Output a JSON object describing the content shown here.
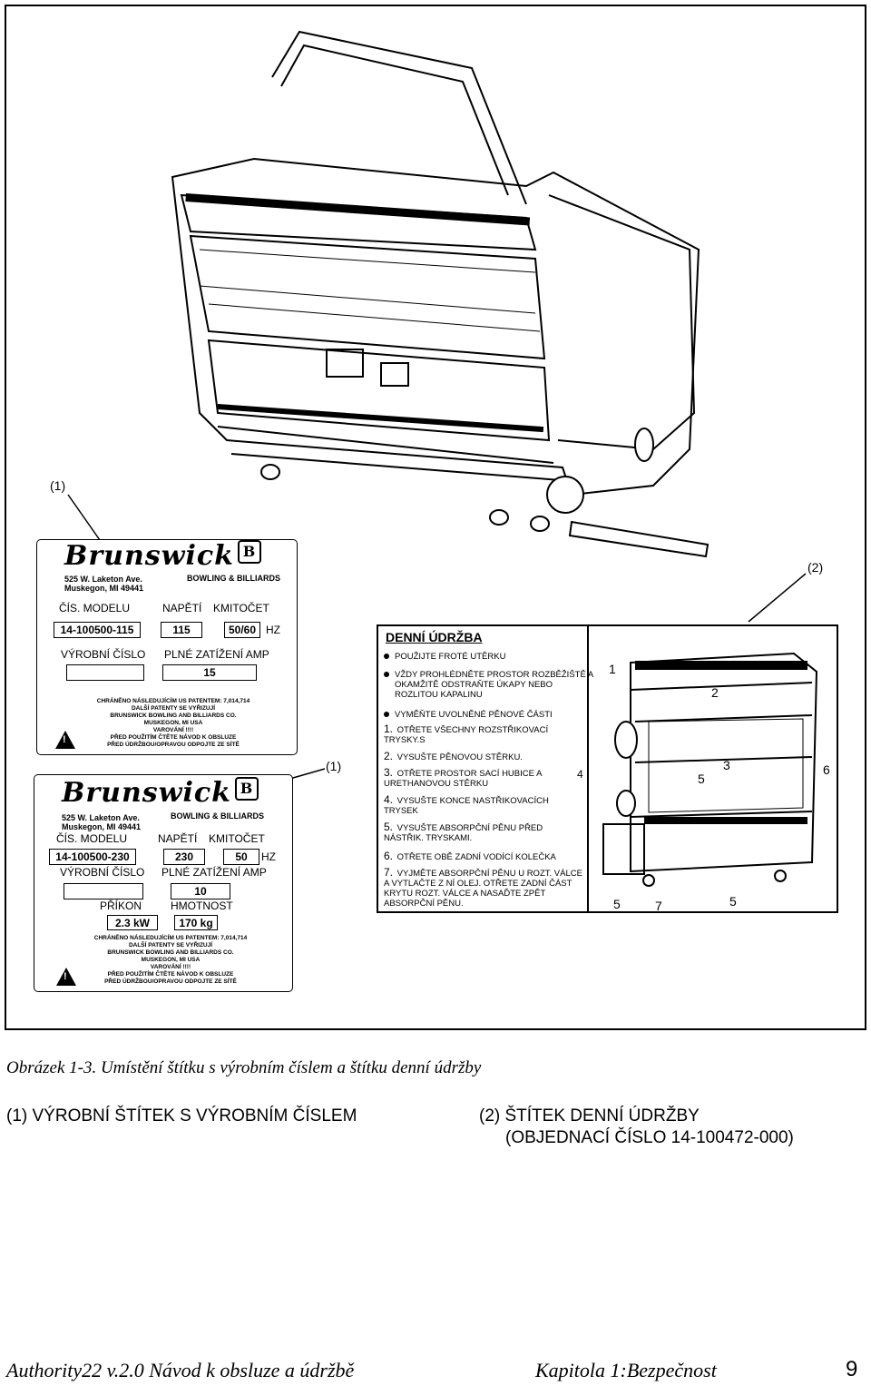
{
  "callouts": {
    "c1_top": "(1)",
    "c1_mid": "(1)",
    "c2": "(2)"
  },
  "plate1": {
    "logo": "Brunswick",
    "address": "525 W. Laketon Ave.\nMuskegon, MI 49441",
    "bowling": "BOWLING & BILLIARDS",
    "model_label": "ČÍS. MODELU",
    "voltage_label": "NAPĚTÍ",
    "freq_label": "KMITOČET",
    "model_value": "14-100500-115",
    "voltage_value": "115",
    "freq_value": "50/60",
    "hz": "HZ",
    "serial_label": "VÝROBNÍ ČÍSLO",
    "load_label": "PLNÉ ZATÍŽENÍ AMP",
    "load_value": "15",
    "fine": [
      "CHRÁNĚNO NÁSLEDUJÍCÍM US PATENTEM: 7,014,714",
      "DALŠÍ PATENTY SE VYŘIZUJÍ",
      "BRUNSWICK BOWLING AND BILLIARDS CO.",
      "MUSKEGON, MI USA",
      "VAROVÁNÍ !!!!",
      "PŘED POUŽITÍM ČTĚTE NÁVOD K OBSLUZE",
      "PŘED ÚDRŽBOU/OPRAVOU ODPOJTE ZE SÍTĚ"
    ]
  },
  "plate2": {
    "logo": "Brunswick",
    "address": "525 W. Laketon Ave.\nMuskegon, MI 49441",
    "bowling": "BOWLING & BILLIARDS",
    "model_label": "ČÍS. MODELU",
    "voltage_label": "NAPĚTÍ",
    "freq_label": "KMITOČET",
    "model_value": "14-100500-230",
    "voltage_value": "230",
    "freq_value": "50",
    "hz": "HZ",
    "serial_label": "VÝROBNÍ ČÍSLO",
    "load_label": "PLNÉ ZATÍŽENÍ AMP",
    "load_value": "10",
    "power_label": "PŘÍKON",
    "weight_label": "HMOTNOST",
    "power_value": "2.3 kW",
    "weight_value": "170 kg",
    "fine": [
      "CHRÁNĚNO NÁSLEDUJÍCÍM US PATENTEM: 7,014,714",
      "DALŠÍ PATENTY SE VYŘIZUJÍ",
      "BRUNSWICK BOWLING AND BILLIARDS CO.",
      "MUSKEGON, MI USA",
      "VAROVÁNÍ !!!!",
      "PŘED POUŽITÍM ČTĚTE NÁVOD K OBSLUZE",
      "PŘED ÚDRŽBOU/OPRAVOU ODPOJTE ZE SÍTĚ"
    ]
  },
  "maintenance": {
    "title": "DENNÍ ÚDRŽBA",
    "bullets": [
      "POUŽIJTE FROTÉ UTĚRKU",
      "VŽDY PROHLÉDNĚTE PROSTOR ROZBĚŽIŠTĚ A OKAMŽITĚ ODSTRAŇTE ÚKAPY NEBO ROZLITOU KAPALINU",
      "VYMĚŇTE UVOLNĚNÉ PĚNOVÉ ČÁSTI"
    ],
    "steps": [
      {
        "n": "1.",
        "text": "OTŘETE VŠECHNY ROZSTŘIKOVACÍ TRYSKY.S"
      },
      {
        "n": "2.",
        "text": "VYSUŠTE PĚNOVOU STĚRKU."
      },
      {
        "n": "3.",
        "text": "OTŘETE PROSTOR SACÍ HUBICE A URETHANOVOU STĚRKU"
      },
      {
        "n": "4.",
        "text": "VYSUŠTE KONCE NASTŘIKOVACÍCH TRYSEK"
      },
      {
        "n": "5.",
        "text": "VYSUŠTE ABSORPČNÍ PĚNU PŘED NÁSTŘIK. TRYSKAMI."
      },
      {
        "n": "6.",
        "text": "OTŘETE OBĚ ZADNÍ VODÍCÍ KOLEČKA"
      },
      {
        "n": "7.",
        "text": "VYJMĚTE ABSORPČNÍ PĚNU U ROZT. VÁLCE A VYTLAČTE Z NÍ OLEJ. OTŘETE ZADNÍ ČÁST KRYTU ROZT. VÁLCE A NASAĎTE ZPĚT ABSORPČNÍ PĚNU."
      }
    ],
    "diagram_numbers": [
      "1",
      "2",
      "3",
      "4",
      "5",
      "6",
      "5",
      "7",
      "5"
    ]
  },
  "caption": "Obrázek 1-3. Umístění štítku s výrobním číslem a štítku denní údržby",
  "legend": {
    "item1": "(1) VÝROBNÍ ŠTÍTEK S VÝROBNÍM ČÍSLEM",
    "item2": "(2) ŠTÍTEK DENNÍ ÚDRŽBY",
    "item2b": "(OBJEDNACÍ ČÍSLO 14-100472-000)"
  },
  "footer": {
    "left": "Authority22 v.2.0 Návod k obsluze a údržbě",
    "right": "Kapitola 1:Bezpečnost",
    "page": "9"
  }
}
